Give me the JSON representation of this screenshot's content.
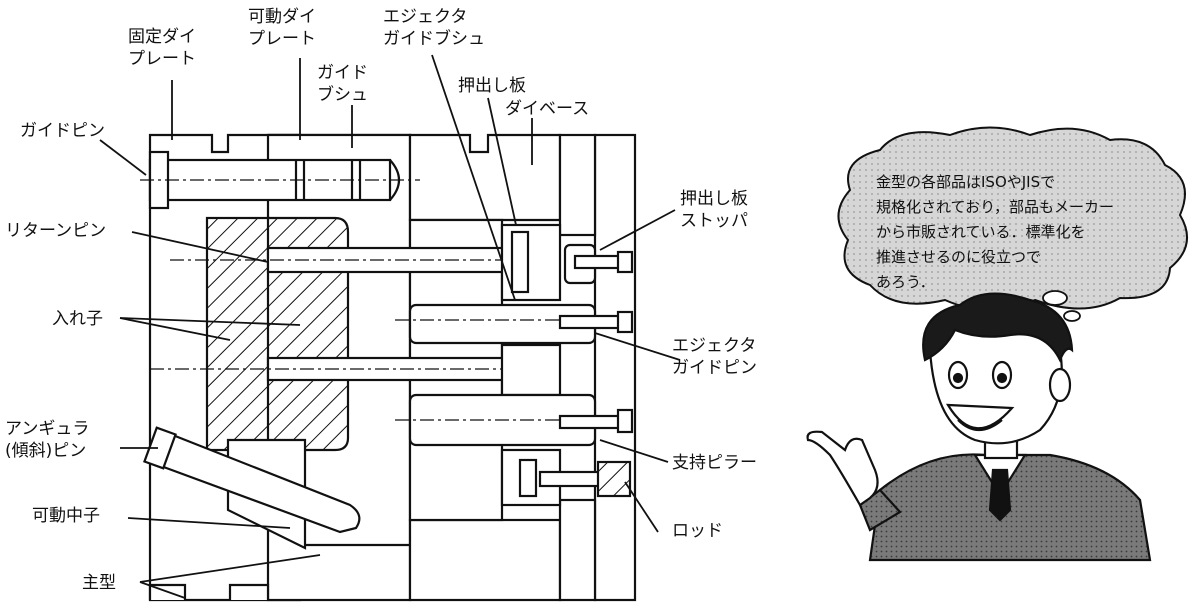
{
  "labels": {
    "fixed_die_plate": "固定ダイ\nプレート",
    "movable_die_plate": "可動ダイ\nプレート",
    "guide_bush": "ガイド\nブシュ",
    "ejector_guide_bush": "エジェクタ\nガイドブシュ",
    "ejector_plate": "押出し板",
    "die_base": "ダイベース",
    "guide_pin": "ガイドピン",
    "ejector_plate_stopper": "押出し板\nストッパ",
    "return_pin": "リターンピン",
    "insert": "入れ子",
    "ejector_guide_pin": "エジェクタ\nガイドピン",
    "angular_pin": "アンギュラ\n(傾斜)ピン",
    "support_pillar": "支持ピラー",
    "movable_core": "可動中子",
    "rod": "ロッド",
    "main_mold": "主型"
  },
  "bubble": {
    "lines": [
      "金型の各部品はISOやJISで",
      "規格化されており，部品もメーカー",
      "から市販されている．標準化を",
      "推進させるのに役立つで",
      "あろう．"
    ]
  },
  "colors": {
    "ink": "#111111",
    "bubble_fill": "#dcdcdc",
    "suit": "#6a6a6a",
    "hair": "#1a1a1a"
  }
}
